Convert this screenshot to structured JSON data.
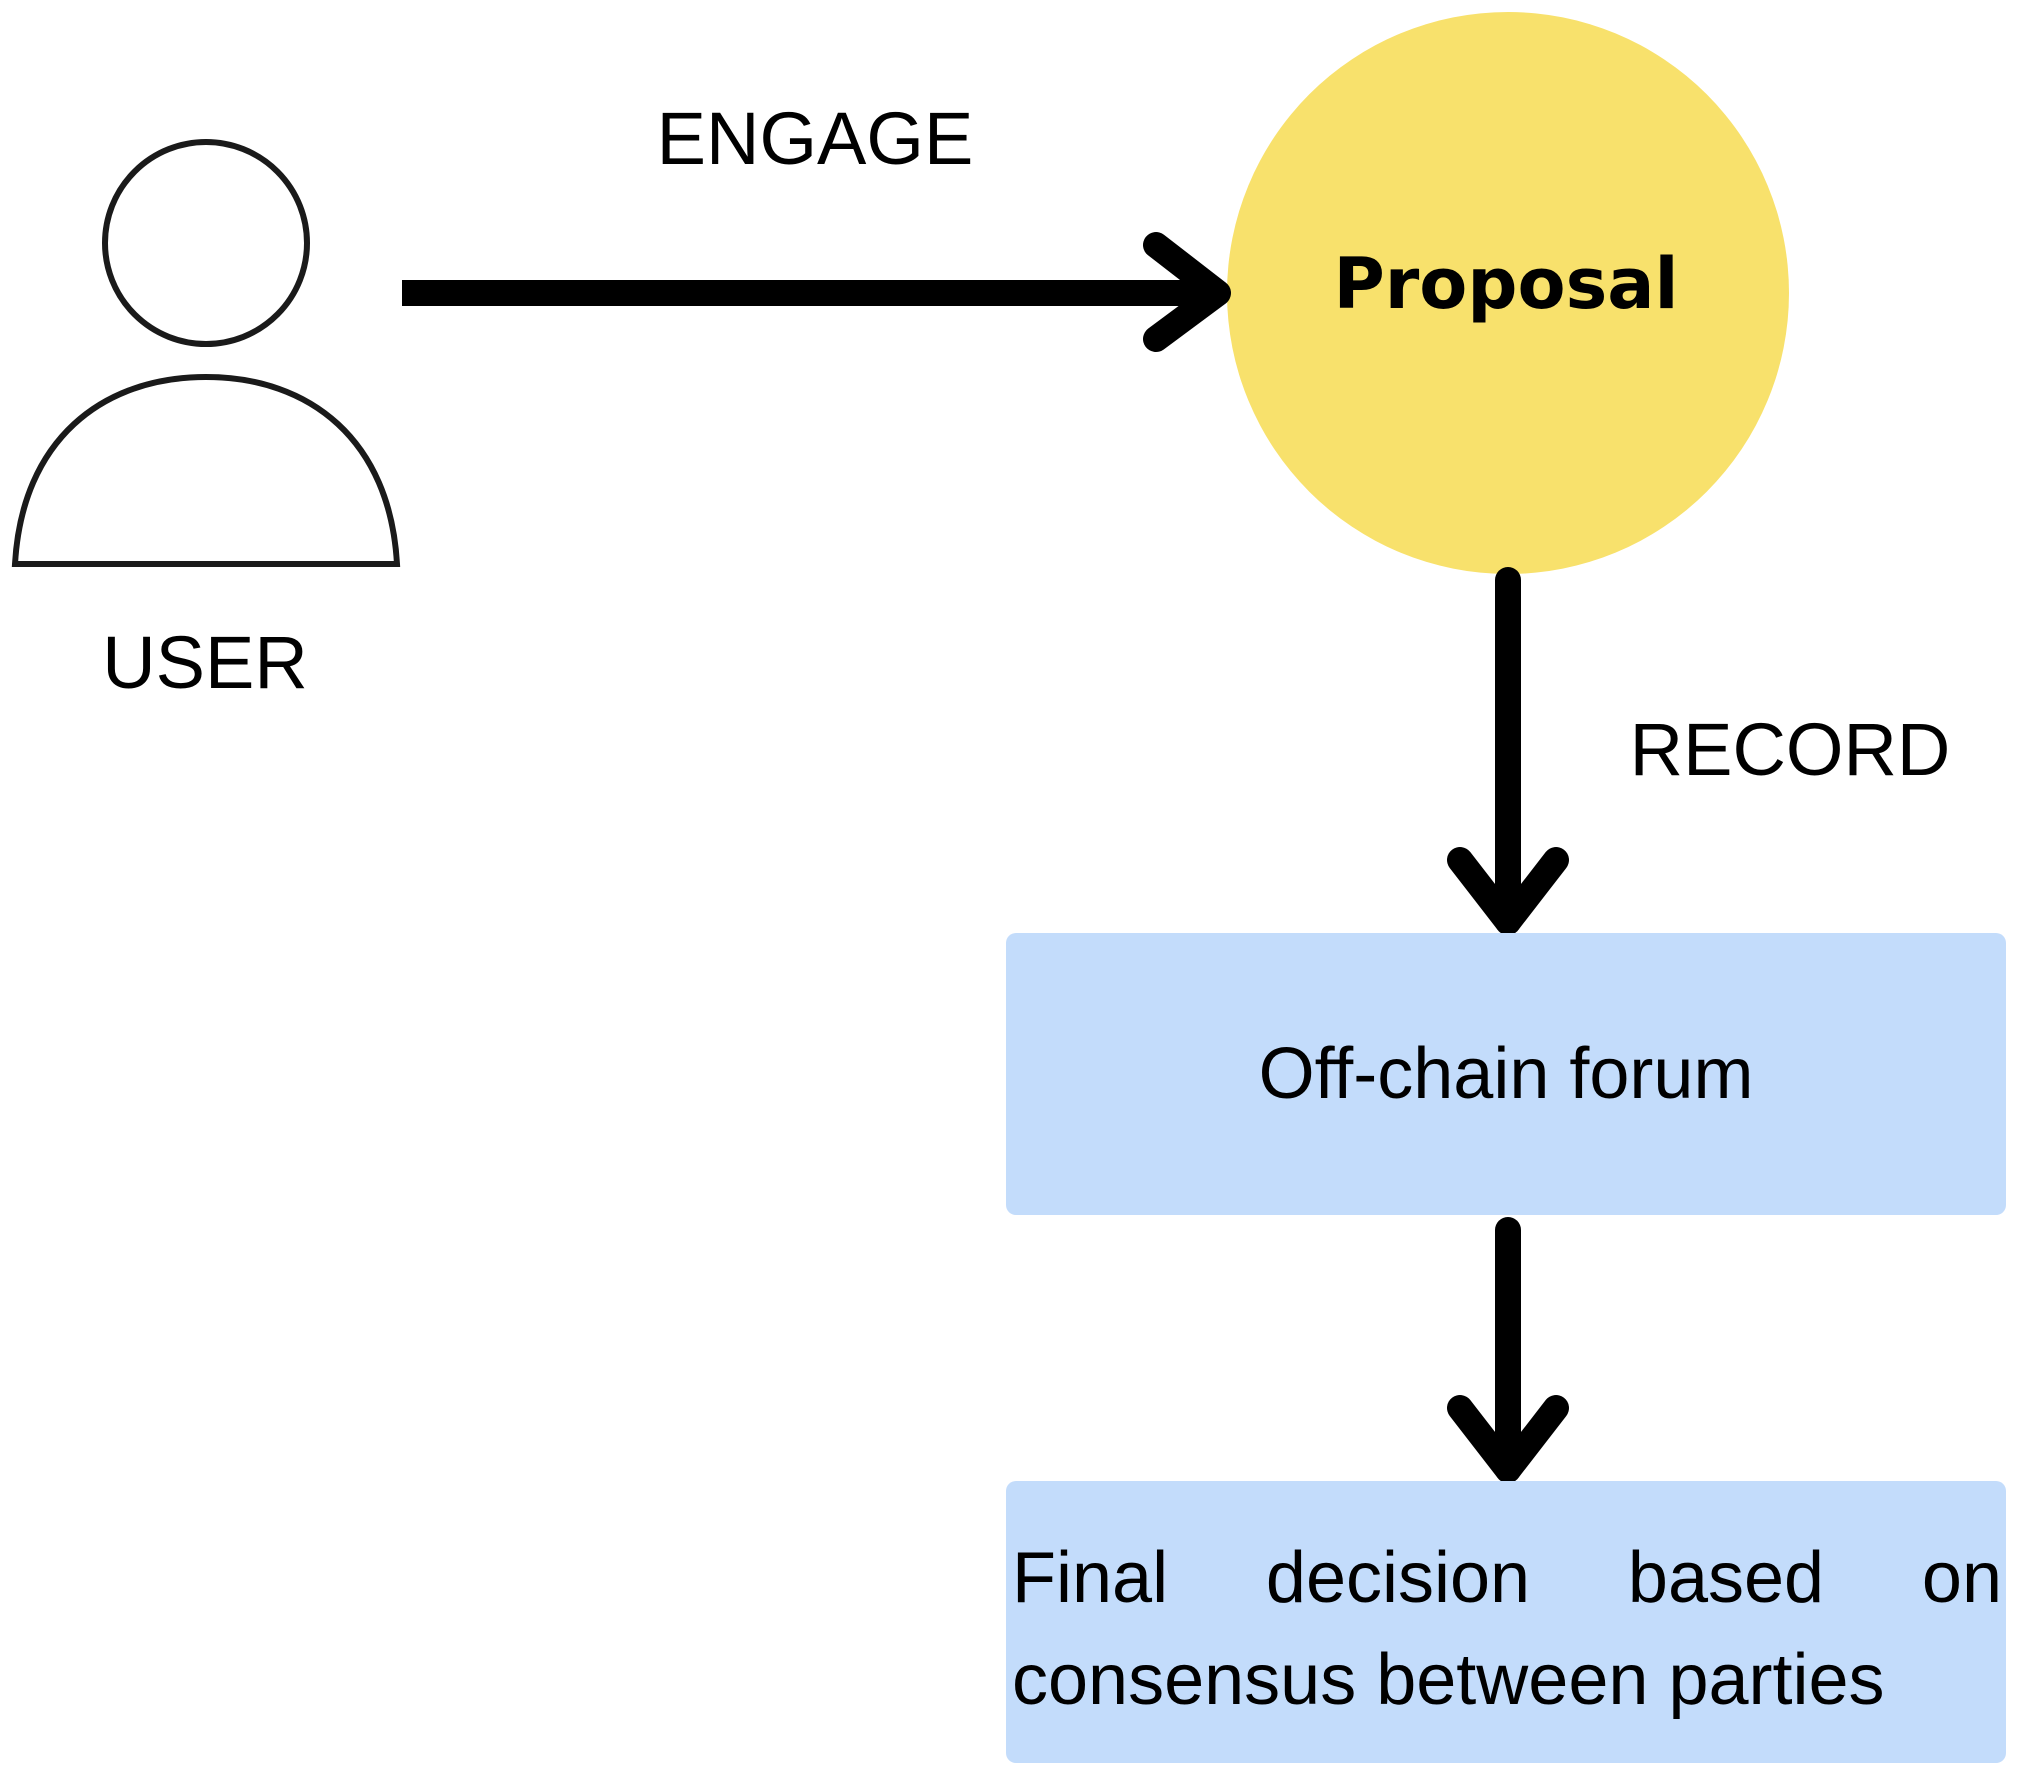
{
  "nodes": {
    "user": {
      "label": "USER"
    },
    "proposal": {
      "label": "Proposal",
      "fill": "#f8e16c"
    },
    "forum": {
      "label": "Off-chain forum",
      "fill": "#c3dcfb"
    },
    "decision": {
      "label": "Final decision based on consensus between parties",
      "fill": "#c3dcfb"
    }
  },
  "edges": {
    "engage": {
      "label": "ENGAGE",
      "from": "user",
      "to": "proposal"
    },
    "record": {
      "label": "RECORD",
      "from": "proposal",
      "to": "forum"
    },
    "conclude": {
      "label": "",
      "from": "forum",
      "to": "decision"
    }
  },
  "icons": {
    "user": "user-silhouette-icon"
  }
}
